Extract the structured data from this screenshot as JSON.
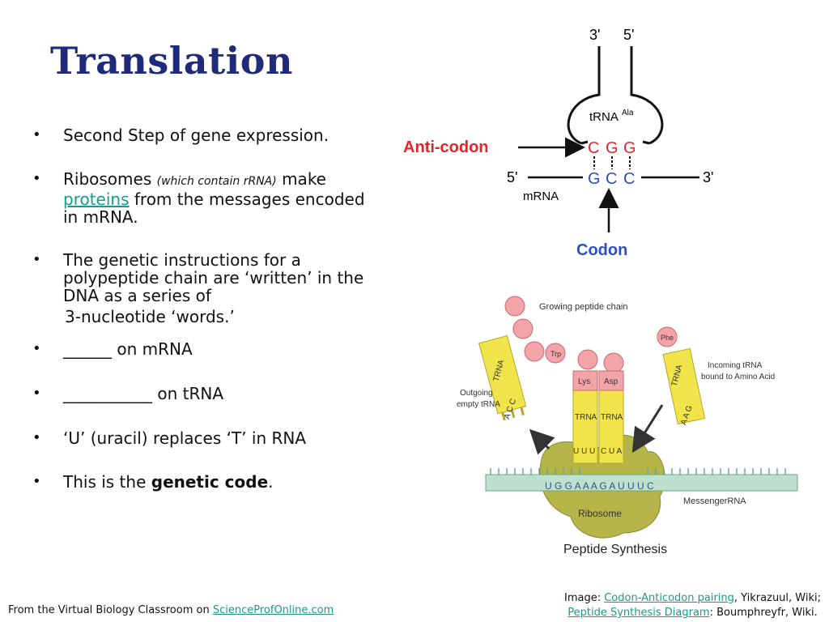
{
  "slide": {
    "title": "Translation",
    "bullets": {
      "b1": "Second Step of gene expression.",
      "b2": {
        "pre": "Ribosomes ",
        "italic": "(which contain rRNA)",
        "post1": " make ",
        "link": "proteins",
        "post2": " from the messages encoded in  mRNA."
      },
      "b3a": "The genetic instructions for a polypeptide chain are ‘written’ in the DNA as a series of",
      "b3b": "3-nucleotide ‘words.’",
      "b4": "______ on mRNA",
      "b5": "___________ on tRNA",
      "b6": "‘U’ (uracil) replaces ‘T’ in RNA",
      "b7pre": "This is the ",
      "b7bold": "genetic code",
      "b7post": "."
    },
    "bullet_glyph": "•"
  },
  "diagram1": {
    "three_prime_top": "3'",
    "five_prime_top": "5'",
    "trna": "tRNA",
    "ala": "Ala",
    "anticodon_label": "Anti-codon",
    "anticodon": [
      "C",
      "G",
      "G"
    ],
    "codon": [
      "G",
      "C",
      "C"
    ],
    "five_prime": "5'",
    "three_prime": "3'",
    "mrna": "mRNA",
    "codon_label": "Codon",
    "colors": {
      "red": "#e0262b",
      "blue": "#2a4fc9"
    }
  },
  "diagram2": {
    "growing_chain": "Growing peptide chain",
    "outgoing": "Outgoing\nempty tRNA",
    "outgoing_l1": "Outgoing",
    "outgoing_l2": "empty tRNA",
    "incoming_l1": "Incoming tRNA",
    "incoming_l2": "bound to Amino Acid",
    "trp": "Trp",
    "lys": "Lys",
    "asp": "Asp",
    "phe": "Phe",
    "trna": "TRNA",
    "acc": "A C C",
    "uuu": "U U U",
    "cua": "C U A",
    "aag": "A A G",
    "mrna_seq": "U G G A A A G A U U U C",
    "messenger": "MessengerRNA",
    "ribosome": "Ribosome",
    "caption": "Peptide Synthesis"
  },
  "footer": {
    "left_pre": "From the  Virtual Biology Classroom on ",
    "left_link": "ScienceProfOnline.com",
    "right_pre": "Image: ",
    "right_link1": "Codon-Anticodon pairing",
    "right_mid": ", Yikrazuul, Wiki;",
    "right_link2": "Peptide Synthesis Diagram",
    "right_post": ": Boumphreyfr, Wiki."
  }
}
